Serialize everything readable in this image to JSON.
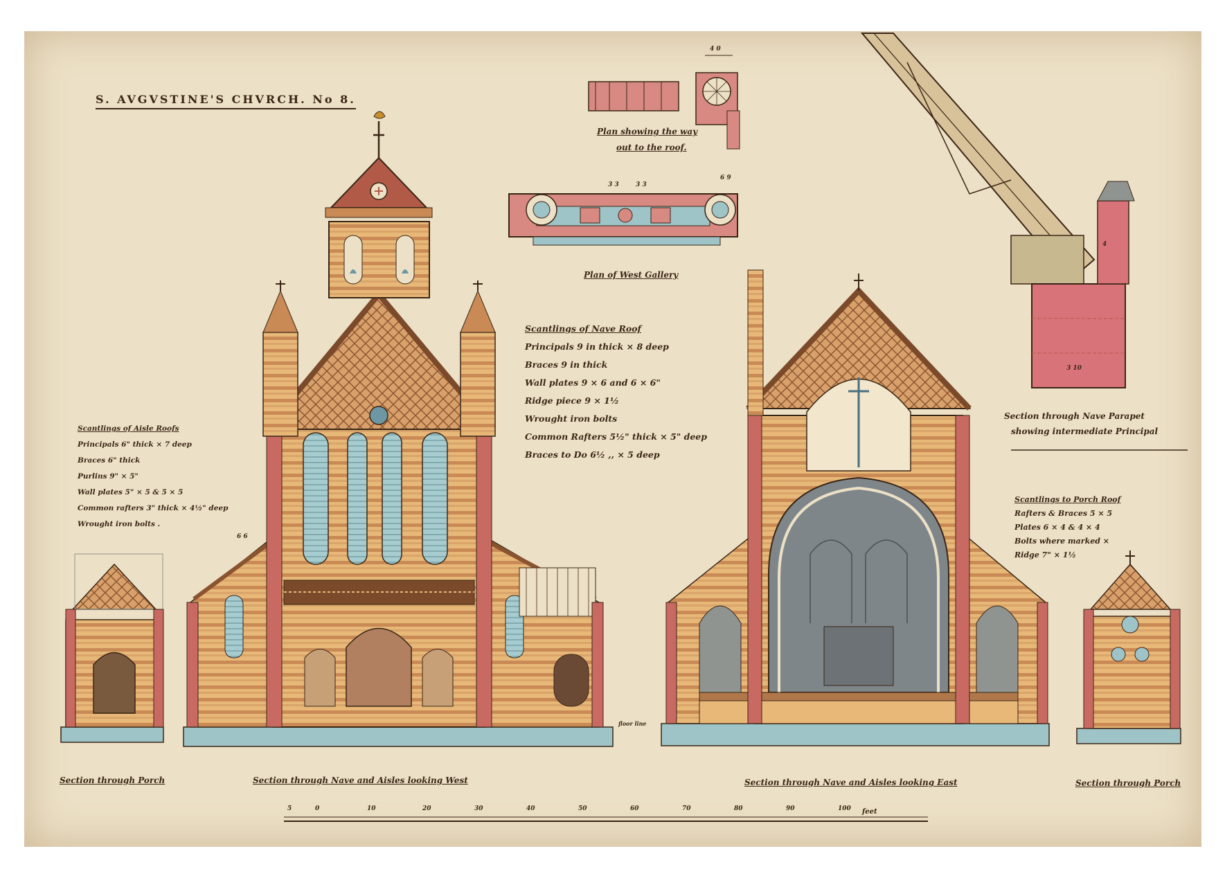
{
  "sheet": {
    "title": "S. AVGVSTINE'S CHVRCH. No 8."
  },
  "captions": {
    "plan_way_out_line1": "Plan showing the way",
    "plan_way_out_line2": "out to the roof.",
    "plan_west_gallery": "Plan of West Gallery",
    "section_porch_left": "Section through Porch",
    "section_nave_west": "Section through Nave and Aisles looking West",
    "section_nave_east": "Section through Nave and Aisles looking East",
    "section_porch_right": "Section through Porch",
    "section_parapet_line1": "Section through Nave Parapet",
    "section_parapet_line2": "showing intermediate Principal"
  },
  "aisle_roof": {
    "heading": "Scantlings of Aisle Roofs",
    "lines": [
      "Principals 6\" thick × 7 deep",
      "Braces    6\" thick",
      "Purlins  9\" × 5\"",
      "Wall plates 5\" × 5 & 5 × 5",
      "Common rafters 3\" thick × 4½\" deep",
      "Wrought iron bolts ."
    ]
  },
  "nave_roof": {
    "heading": "Scantlings of Nave Roof",
    "lines": [
      "Principals  9 in thick × 8 deep",
      "Braces      9 in thick",
      "Wall plates  9 × 6 and 6 × 6\"",
      "Ridge piece  9 × 1½",
      "Wrought iron bolts",
      "Common Rafters 5½\" thick × 5\" deep",
      "Braces to Do  6½   ,,  × 5 deep"
    ]
  },
  "porch_roof": {
    "heading": "Scantlings to Porch Roof",
    "lines": [
      "Rafters & Braces  5 × 5",
      "Plates  6 × 4 & 4 × 4",
      "Bolts where marked ×",
      "Ridge  7\" × 1½"
    ]
  },
  "scale": {
    "ticks": [
      "5",
      "0",
      "10",
      "20",
      "30",
      "40",
      "50",
      "60",
      "70",
      "80",
      "90",
      "100"
    ],
    "unit": "feet"
  },
  "dimensions": {
    "gallery_top": "4 0",
    "gallery_side": "6 9",
    "gallery_mid1": "3 3",
    "gallery_mid2": "3 3",
    "parapet_width": "3 10",
    "parapet_top": "4",
    "west_height": "6 6",
    "floor_line": "floor line"
  },
  "colors": {
    "paper": "#ece0c6",
    "brick_red": "#c86a62",
    "stone_buff": "#e8b878",
    "timber": "#b0784a",
    "glass_blue": "#9ec4c8",
    "ink": "#3a2616",
    "slate_grey": "#8f9490"
  }
}
